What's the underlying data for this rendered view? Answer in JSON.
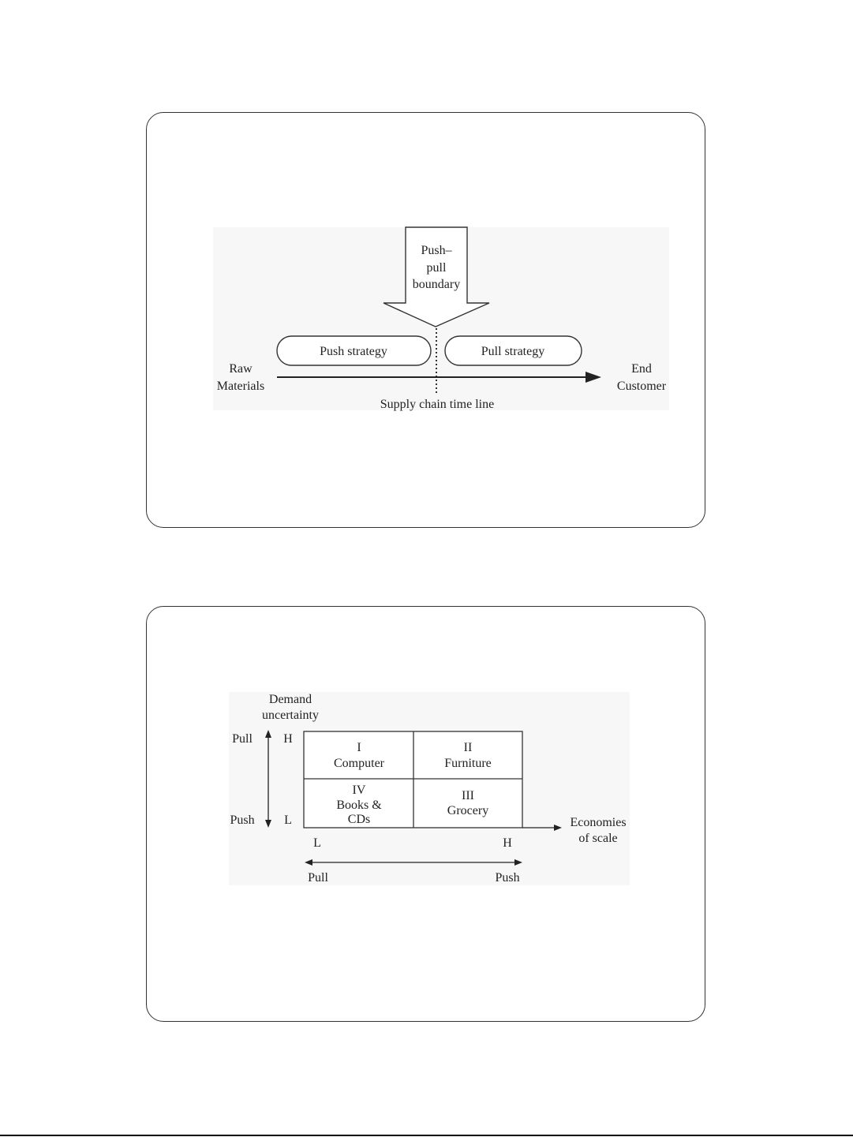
{
  "push_pull_diagram": {
    "boundary_label": [
      "Push–",
      "pull",
      "boundary"
    ],
    "push_strategy": "Push strategy",
    "pull_strategy": "Pull strategy",
    "start_label": [
      "Raw",
      "Materials"
    ],
    "end_label": [
      "End",
      "Customer"
    ],
    "timeline_label": "Supply chain time line"
  },
  "matrix_diagram": {
    "y_axis_title": [
      "Demand",
      "uncertainty"
    ],
    "y_top_strategy": "Pull",
    "y_bottom_strategy": "Push",
    "y_high": "H",
    "y_low": "L",
    "x_axis_title": [
      "Economies",
      "of scale"
    ],
    "x_low": "L",
    "x_high": "H",
    "x_left_strategy": "Pull",
    "x_right_strategy": "Push",
    "cells": {
      "q1": [
        "I",
        "Computer"
      ],
      "q2": [
        "II",
        "Furniture"
      ],
      "q3": [
        "III",
        "Grocery"
      ],
      "q4": [
        "IV",
        "Books &",
        "CDs"
      ]
    }
  }
}
